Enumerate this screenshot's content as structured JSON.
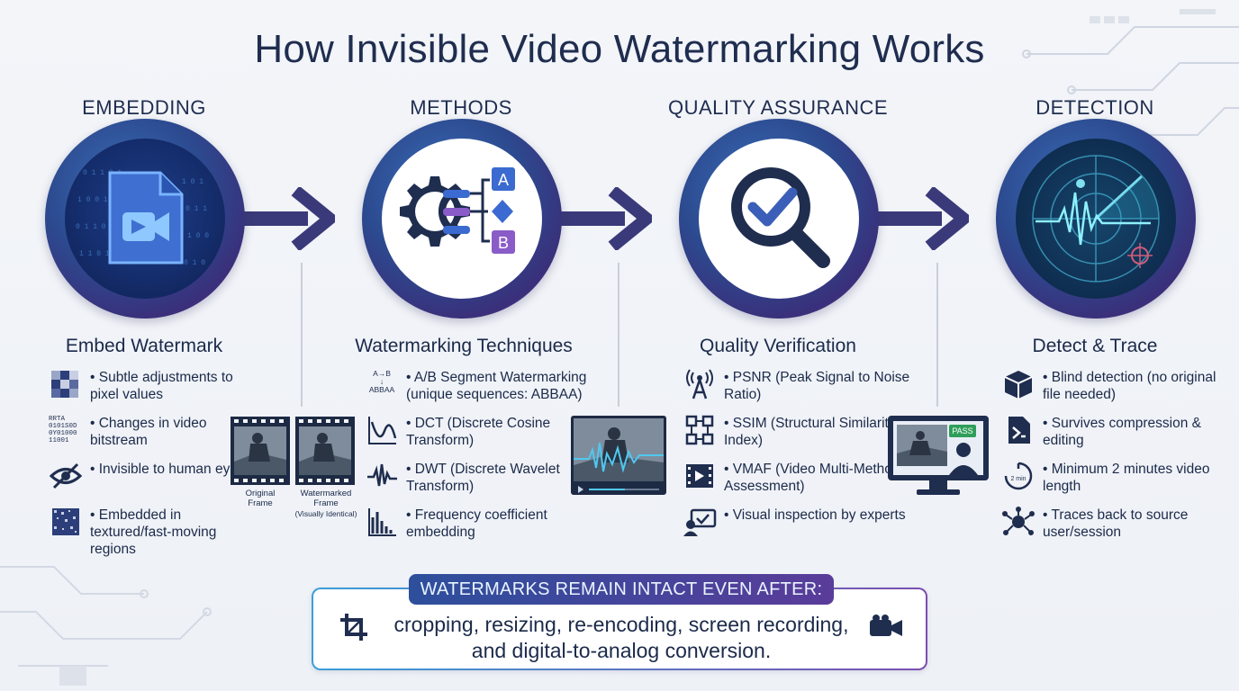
{
  "title": "How Invisible Video Watermarking Works",
  "stages": [
    {
      "label": "EMBEDDING",
      "heading": "Embed Watermark",
      "items": [
        {
          "icon": "pixel-grid-icon",
          "text": "• Subtle adjustments to pixel values"
        },
        {
          "icon": "binary-bitstream-icon",
          "text": "• Changes in video bitstream",
          "icon_text": [
            "RRTA",
            "0101S0D",
            "0Y01000",
            "11001"
          ]
        },
        {
          "icon": "eye-slash-icon",
          "text": "• Invisible to human eye"
        },
        {
          "icon": "texture-noise-icon",
          "text": "• Embedded in textured/fast-moving regions"
        }
      ]
    },
    {
      "label": "METHODS",
      "heading": "Watermarking Techniques",
      "items": [
        {
          "icon": "ab-sequence-icon",
          "text": "• A/B Segment Watermarking (unique sequences: ABBAA)",
          "icon_text": [
            "A→B",
            "↓",
            "ABBAA"
          ]
        },
        {
          "icon": "cosine-wave-icon",
          "text": "• DCT (Discrete Cosine Transform)"
        },
        {
          "icon": "wavelet-icon",
          "text": "• DWT (Discrete Wavelet Transform)"
        },
        {
          "icon": "frequency-chart-icon",
          "text": "• Frequency coefficient embedding"
        }
      ]
    },
    {
      "label": "QUALITY ASSURANCE",
      "heading": "Quality Verification",
      "items": [
        {
          "icon": "signal-tower-icon",
          "text": "• PSNR (Peak Signal to Noise Ratio)"
        },
        {
          "icon": "structure-nodes-icon",
          "text": "• SSIM (Structural Similarity Index)"
        },
        {
          "icon": "film-strip-icon",
          "text": "• VMAF (Video Multi-Method Assessment)"
        },
        {
          "icon": "expert-monitor-icon",
          "text": "• Visual inspection by experts"
        }
      ]
    },
    {
      "label": "DETECTION",
      "heading": "Detect & Trace",
      "items": [
        {
          "icon": "box-icon",
          "text": "• Blind detection (no original file needed)"
        },
        {
          "icon": "compressed-file-icon",
          "text": "• Survives compression & editing"
        },
        {
          "icon": "timer-icon",
          "text": "• Minimum 2 minutes video length",
          "icon_text": [
            "2 min"
          ]
        },
        {
          "icon": "network-user-icon",
          "text": "• Traces back to source user/session"
        }
      ]
    }
  ],
  "frames": {
    "original": "Original Frame",
    "watermarked": "Watermarked Frame",
    "watermarked_note": "(Visually Identical)",
    "pass_badge": "PASS"
  },
  "icon_letters": {
    "a": "A",
    "b": "B"
  },
  "banner": {
    "heading": "WATERMARKS REMAIN INTACT EVEN AFTER:",
    "line1": "cropping, resizing, re-encoding, screen recording,",
    "line2": "and digital-to-analog conversion."
  },
  "colors": {
    "navy": "#1f2d4f",
    "blue": "#2c4a8f",
    "purple": "#6a3fa0",
    "arrow": "#3a3a7a",
    "cyan": "#3a9fd8"
  }
}
